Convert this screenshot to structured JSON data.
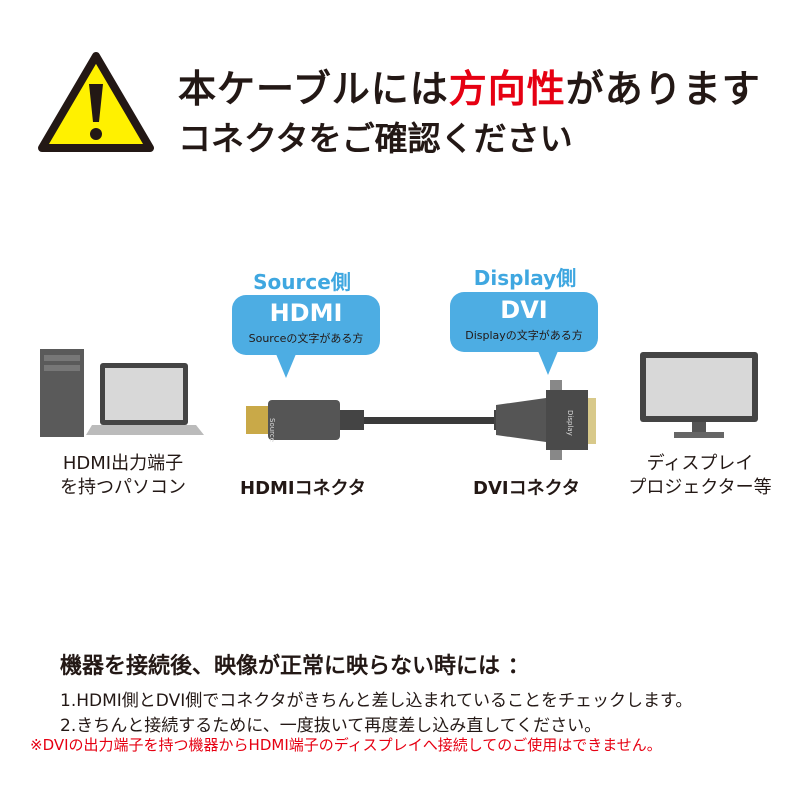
{
  "title": {
    "line1_pre": "本ケーブルには",
    "line1_emph": "方向性",
    "line1_post": "があります",
    "line2": "コネクタをご確認ください"
  },
  "colors": {
    "accent_blue": "#4dade3",
    "warning_red": "#e60012",
    "warning_yellow": "#fff100"
  },
  "source": {
    "side": "Source側",
    "type": "HDMI",
    "note": "Sourceの文字がある方",
    "plug_text": "Source"
  },
  "display": {
    "side": "Display側",
    "type": "DVI",
    "note": "Displayの文字がある方",
    "plug_text": "Display"
  },
  "labels": {
    "pc": [
      "HDMI出力端子",
      "を持つパソコン"
    ],
    "hdmi_connector": "HDMIコネクタ",
    "dvi_connector": "DVIコネクタ",
    "monitor": [
      "ディスプレイ",
      "プロジェクター等"
    ]
  },
  "notes": {
    "heading": "機器を接続後、映像が正常に映らない時には ：",
    "items": [
      "1.HDMI側とDVI側でコネクタがきちんと差し込まれていることをチェックします。",
      "2.きちんと接続するために、一度抜いて再度差し込み直してください。"
    ],
    "warning": "※DVIの出力端子を持つ機器からHDMI端子のディスプレイへ接続してのご使用はできません。"
  }
}
